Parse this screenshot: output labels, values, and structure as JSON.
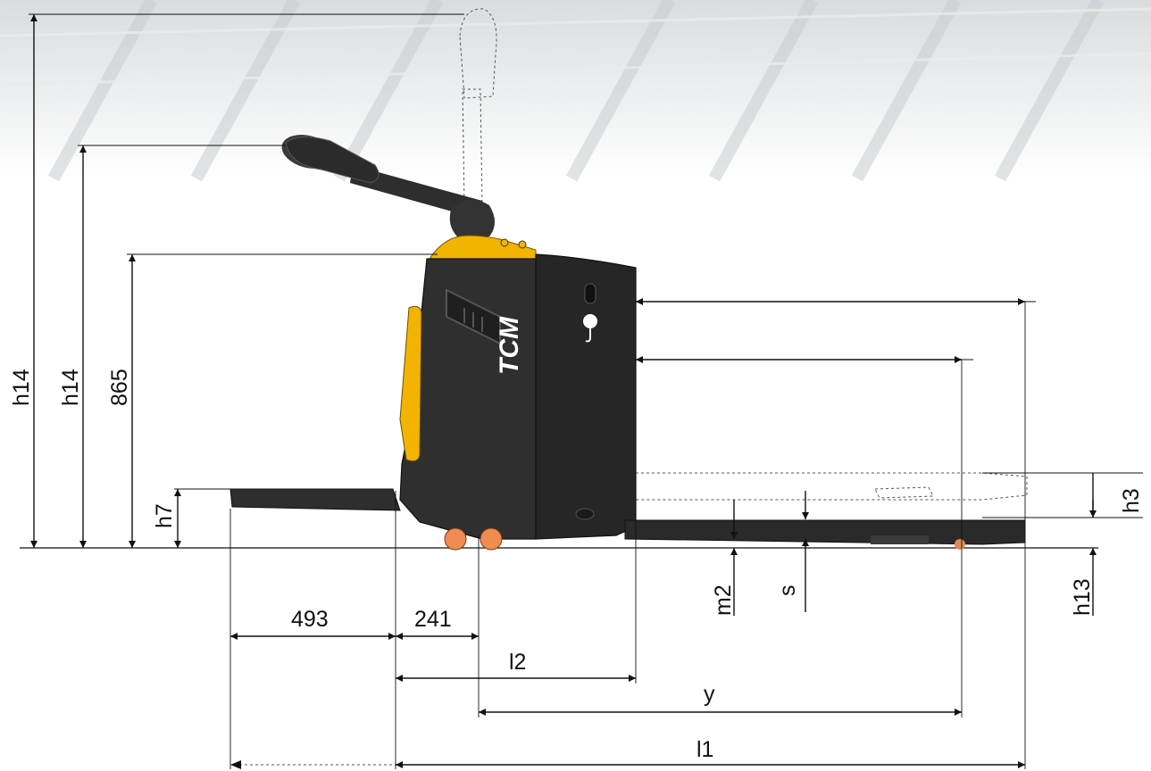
{
  "brand": {
    "logo_text": "TCM",
    "accent_color": "#f2b400",
    "body_color": "#2a2a2a"
  },
  "dimensions": {
    "h14_extended": "h14",
    "h14_lowered": "h14",
    "height_865": "865",
    "h7": "h7",
    "h3": "h3",
    "h13": "h13",
    "m2": "m2",
    "s": "s",
    "len_493": "493",
    "len_241": "241",
    "l2": "l2",
    "y": "y",
    "l1": "l1"
  }
}
